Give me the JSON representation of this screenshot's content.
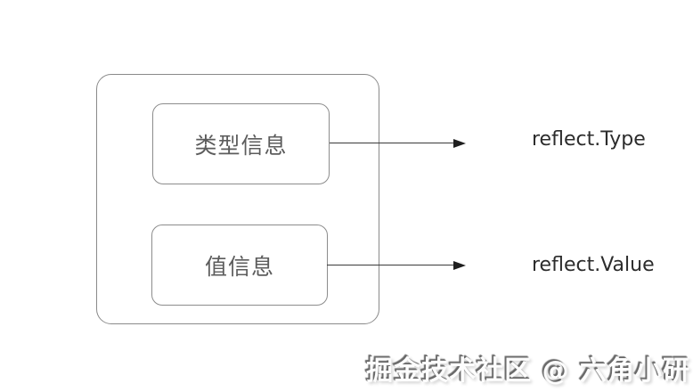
{
  "diagram": {
    "description": "interface variable reflection diagram",
    "boxes": [
      {
        "label": "类型信息",
        "arrow_target": "reflect.Type"
      },
      {
        "label": "值信息",
        "arrow_target": "reflect.Value"
      }
    ]
  },
  "watermark": {
    "text": "掘金技术社区 @ 六角小研"
  },
  "colors": {
    "background": "#ffffff",
    "box_border": "#8c8c8c",
    "box_text": "#5c5c5c",
    "arrow": "#2a2a2a",
    "label_text": "#2c2c2c",
    "watermark_shadow": "#686868"
  }
}
